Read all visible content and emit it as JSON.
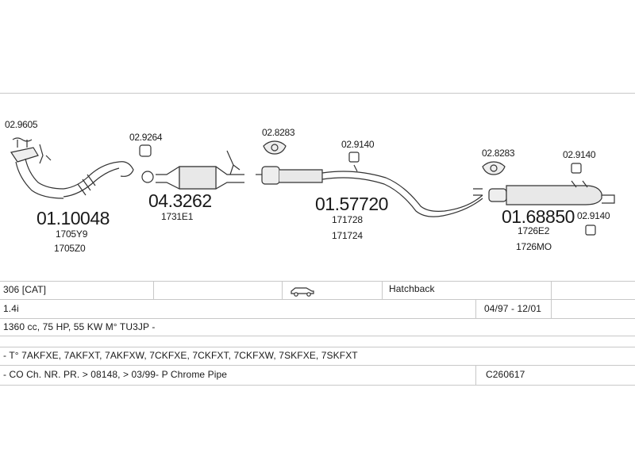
{
  "parts": {
    "top_left_small": "02.9605",
    "front_pipe": {
      "number": "01.10048",
      "ref1": "1705Y9",
      "ref2": "1705Z0"
    },
    "clamp_small": "02.9264",
    "catalyst": {
      "number": "04.3262",
      "ref1": "1731E1"
    },
    "gasket_1": "02.8283",
    "rubber_1": "02.9140",
    "middle_silencer": {
      "number": "01.57720",
      "ref1": "171728",
      "ref2": "171724"
    },
    "gasket_2": "02.8283",
    "rubber_2": "02.9140",
    "rear_silencer": {
      "number": "01.68850",
      "ref1": "1726E2",
      "ref2": "1726MO"
    },
    "rubber_3": "02.9140"
  },
  "table": {
    "row1": {
      "model": "306  [CAT]",
      "body": "Hatchback"
    },
    "row2": {
      "engine": "1.4i",
      "dates": "04/97 - 12/01"
    },
    "row3": {
      "spec": "1360 cc, 75 HP, 55 KW M° TU3JP -"
    },
    "row4": {
      "codes": "- T° 7AKFXE, 7AKFXT, 7AKFXW, 7CKFXE, 7CKFXT, 7CKFXW, 7SKFXE, 7SKFXT"
    },
    "row5": {
      "notes": "- CO Ch. NR. PR. > 08148, > 03/99- P Chrome Pipe",
      "ref": "C260617"
    }
  },
  "colors": {
    "line": "#333333",
    "rule": "#c8c8c8",
    "fill": "#e8e8e8"
  }
}
